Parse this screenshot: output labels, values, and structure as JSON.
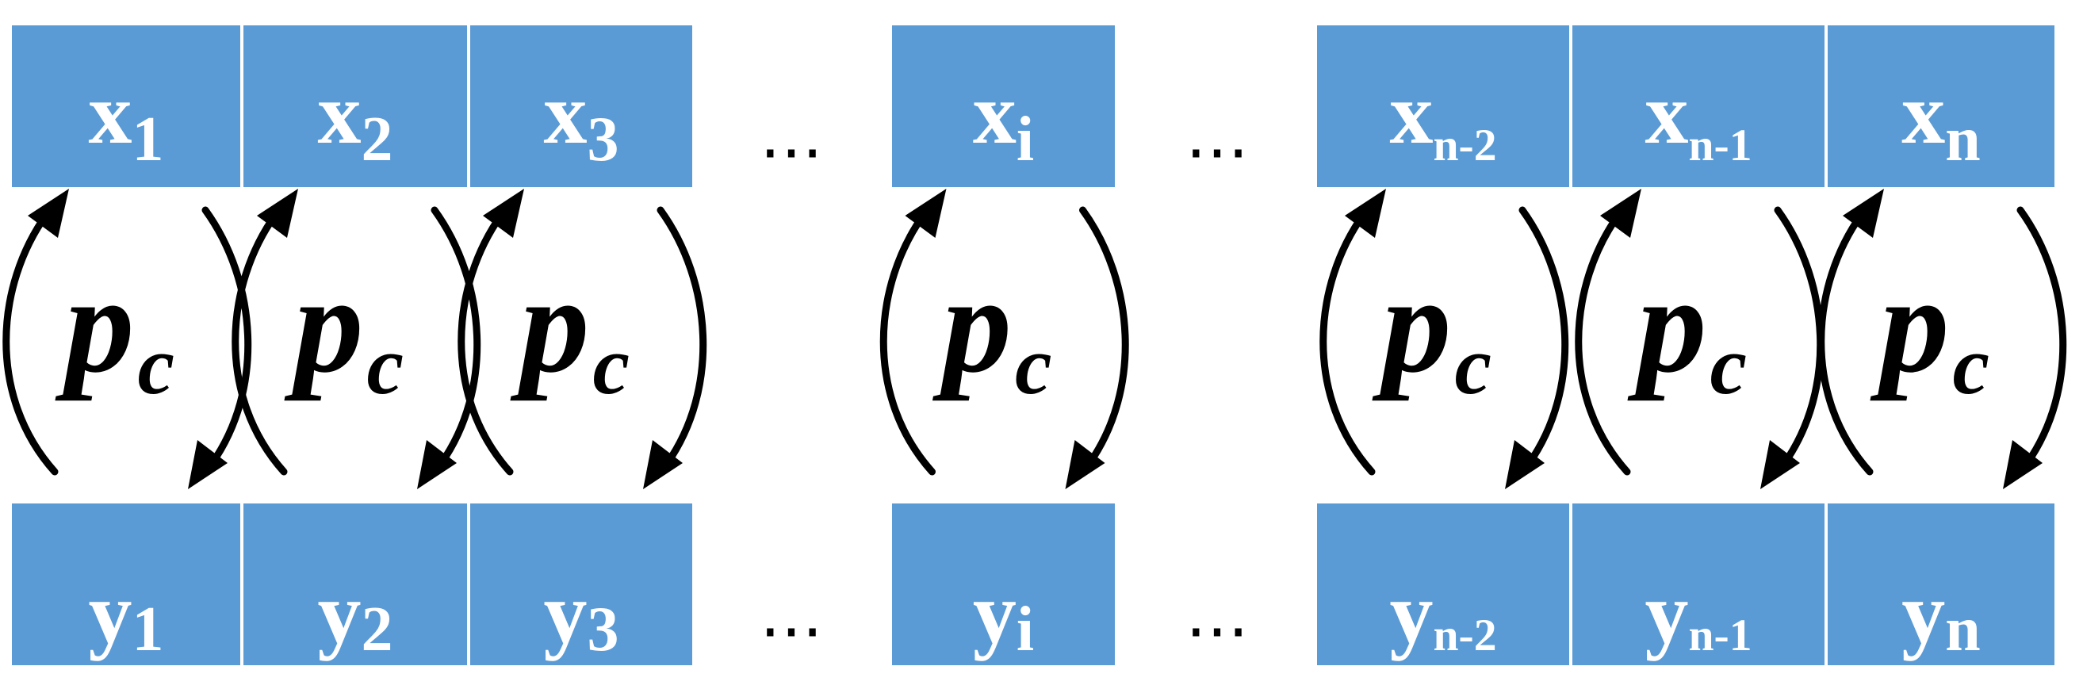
{
  "top_row": [
    {
      "base": "x",
      "sub": "1"
    },
    {
      "base": "x",
      "sub": "2"
    },
    {
      "base": "x",
      "sub": "3"
    },
    {
      "base": "x",
      "sub": "i"
    },
    {
      "base": "x",
      "sub": "n-2"
    },
    {
      "base": "x",
      "sub": "n-1"
    },
    {
      "base": "x",
      "sub": "n"
    }
  ],
  "bottom_row": [
    {
      "base": "y",
      "sub": "1"
    },
    {
      "base": "y",
      "sub": "2"
    },
    {
      "base": "y",
      "sub": "3"
    },
    {
      "base": "y",
      "sub": "i"
    },
    {
      "base": "y",
      "sub": "n-2"
    },
    {
      "base": "y",
      "sub": "n-1"
    },
    {
      "base": "y",
      "sub": "n"
    }
  ],
  "ellipsis": "⋯",
  "exchange_label": {
    "base": "p",
    "sub": "c"
  },
  "colors": {
    "cell": "#5b9bd5",
    "cell_text": "#ffffff",
    "arrow": "#000000"
  }
}
